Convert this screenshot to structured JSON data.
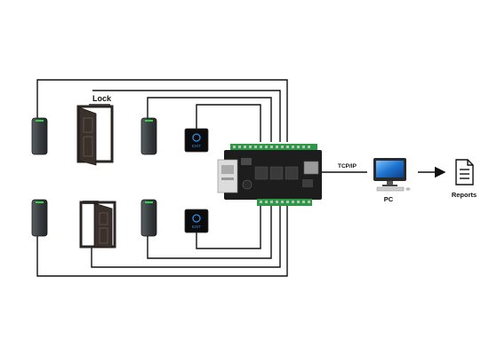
{
  "labels": {
    "lock": "Lock",
    "tcpip": "TCP/IP",
    "pc": "PC",
    "reports": "Reports",
    "exit_top": "EXIT",
    "exit_bottom": "EXIT"
  },
  "colors": {
    "wire": "#111111",
    "reader_body": "#3d4144",
    "reader_led": "#33d14a",
    "exit_panel": "#0c0c0c",
    "exit_glow": "#2f8ee0",
    "board": "#1d1d1d",
    "terminal": "#2b9a45",
    "door_frame": "#2a2422",
    "monitor_screen": "#1c6fc6"
  },
  "icons": {
    "card_reader": "card-reader-icon",
    "door": "door-icon",
    "exit_button": "exit-button-icon",
    "controller": "controller-board-icon",
    "computer": "computer-icon",
    "document": "report-document-icon",
    "arrow": "arrow-right-icon"
  }
}
